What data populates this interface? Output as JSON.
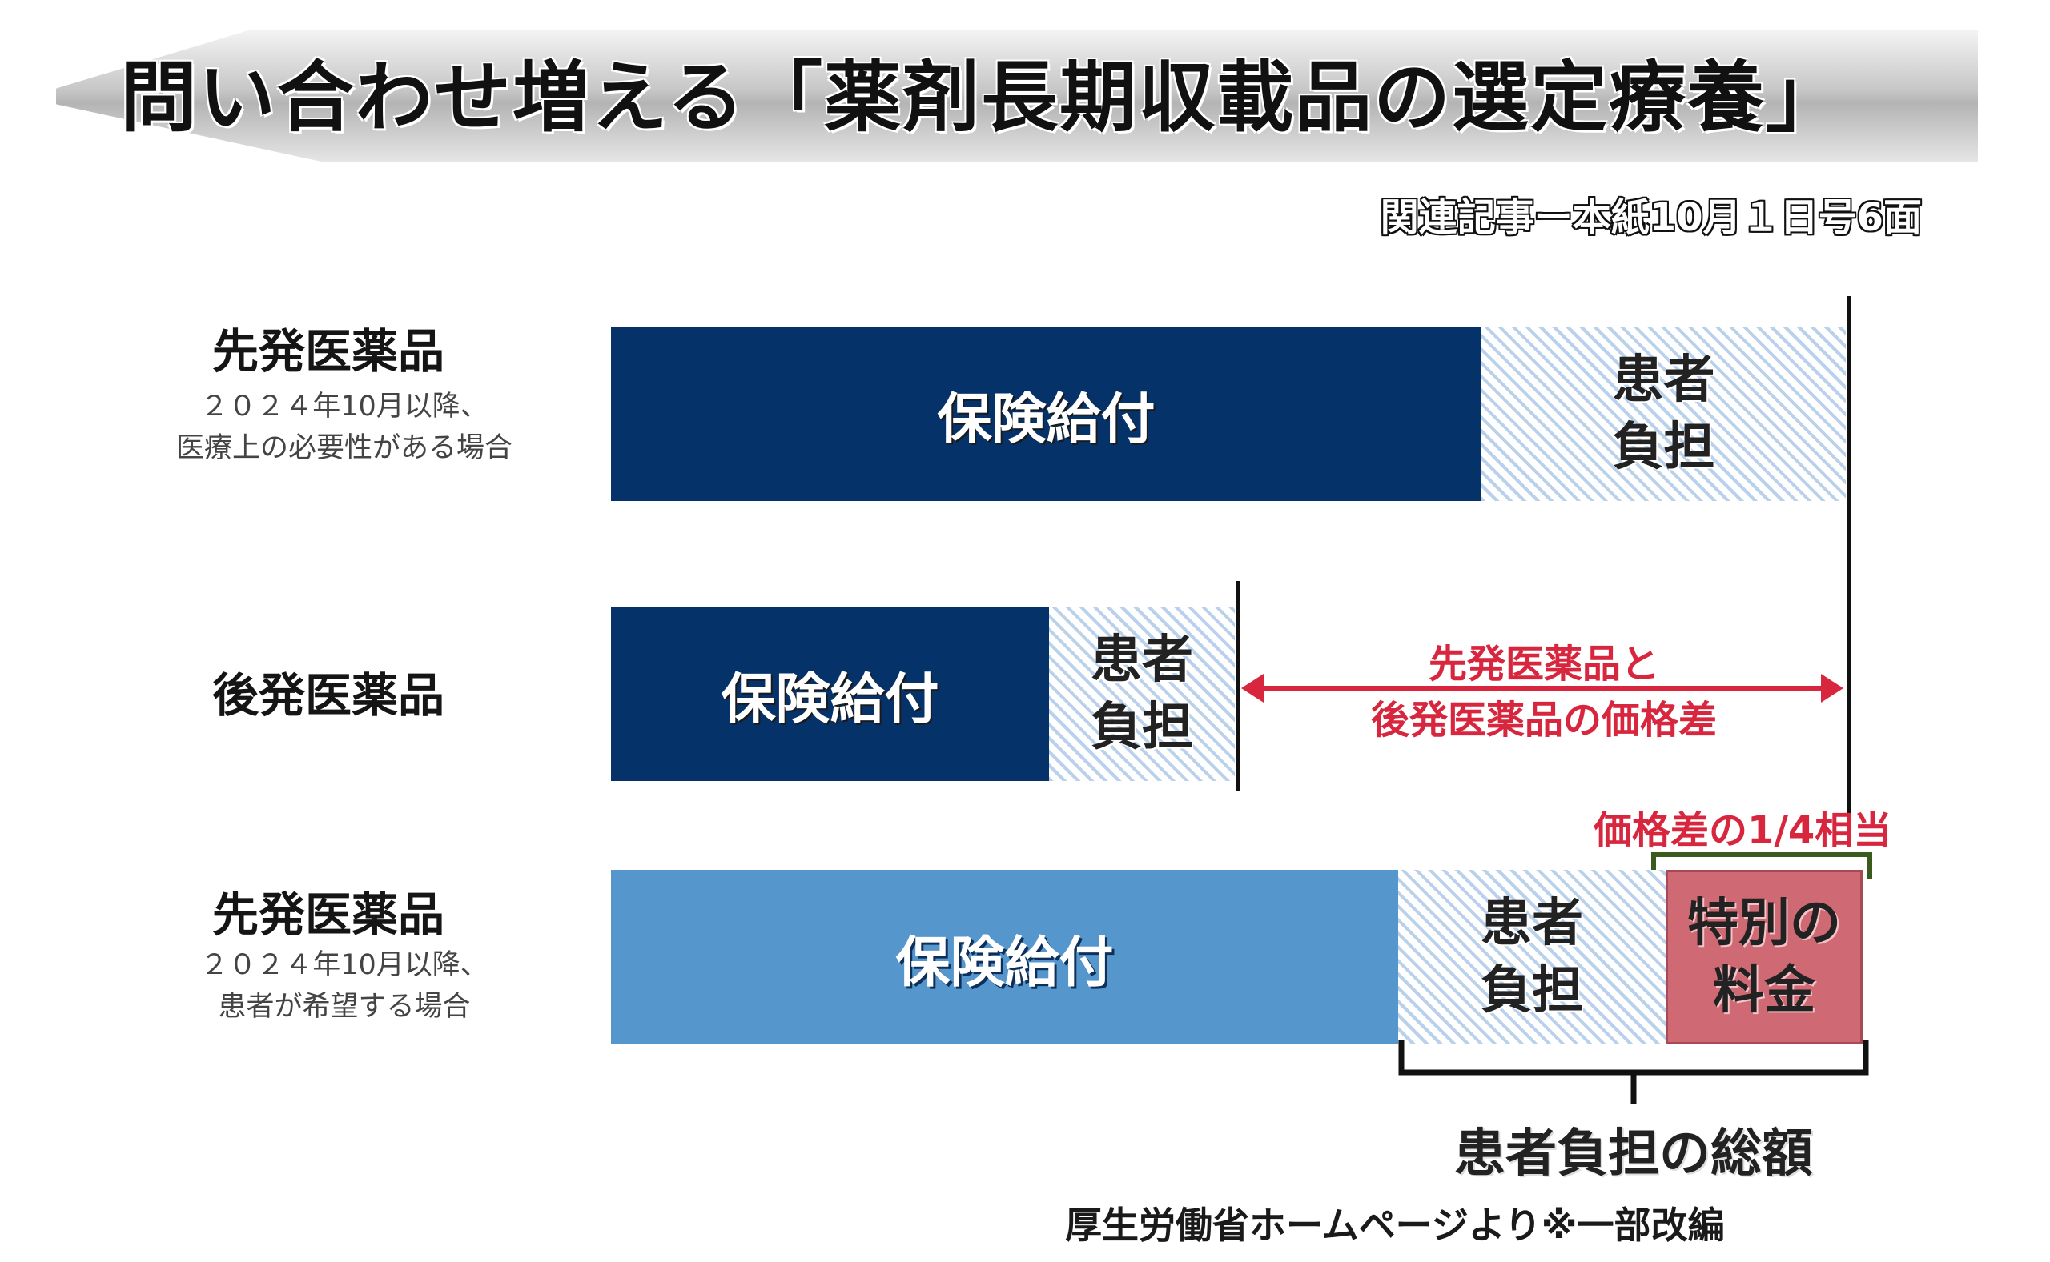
{
  "title": "問い合わせ増える「薬剤長期収載品の選定療養」",
  "related_article": "関連記事ー本紙10月１日号6面",
  "rows": [
    {
      "label": "先発医薬品",
      "sub_line1": "２０２４年10月以降、",
      "sub_line2": "医療上の必要性がある場合",
      "insurance": "保険給付",
      "patient_line1": "患者",
      "patient_line2": "負担"
    },
    {
      "label": "後発医薬品",
      "insurance": "保険給付",
      "patient_line1": "患者",
      "patient_line2": "負担"
    },
    {
      "label": "先発医薬品",
      "sub_line1": "２０２４年10月以降、",
      "sub_line2": "患者が希望する場合",
      "insurance": "保険給付",
      "patient_line1": "患者",
      "patient_line2": "負担",
      "special_line1": "特別の",
      "special_line2": "料金"
    }
  ],
  "price_diff_line1": "先発医薬品と",
  "price_diff_line2": "後発医薬品の価格差",
  "quarter_label": "価格差の1/4相当",
  "total_label": "患者負担の総額",
  "source": "厚生労働省ホームページより※一部改編",
  "colors": {
    "navy": "#06326a",
    "light_blue": "#5596cd",
    "hatch": "#b9d1ea",
    "special_pink": "#cf6a74",
    "accent_red": "#d7263d"
  }
}
